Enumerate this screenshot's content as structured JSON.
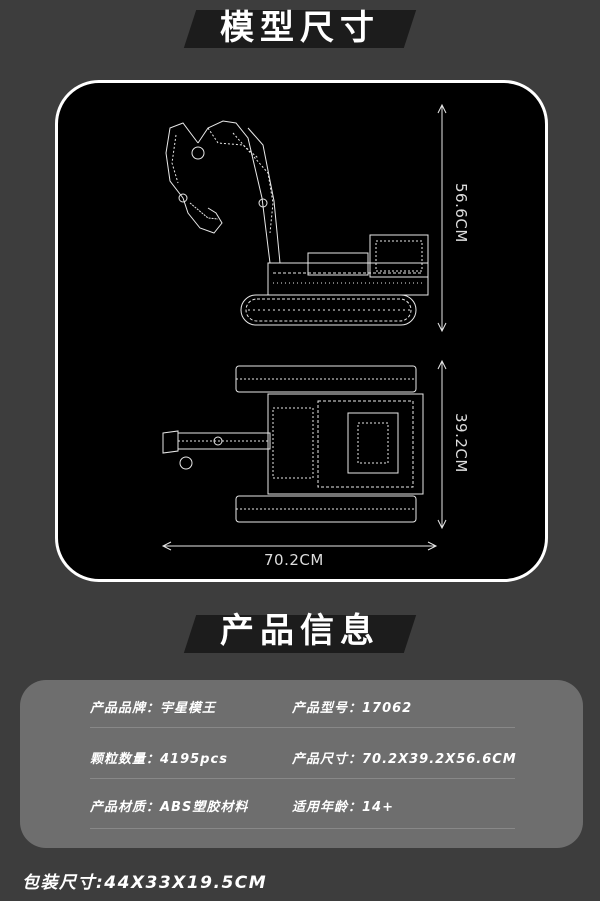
{
  "titles": {
    "dimensions": "模型尺寸",
    "product_info": "产品信息"
  },
  "dimensions": {
    "height": "56.6CM",
    "width": "39.2CM",
    "length": "70.2CM"
  },
  "product_info": {
    "brand": "产品品牌：宇星模王",
    "model": "产品型号：17062",
    "pieces": "颗粒数量：4195pcs",
    "size": "产品尺寸：70.2X39.2X56.6CM",
    "material": "产品材质：ABS塑胶材料",
    "age": "适用年龄：14+"
  },
  "package": "包装尺寸:44X33X19.5CM"
}
